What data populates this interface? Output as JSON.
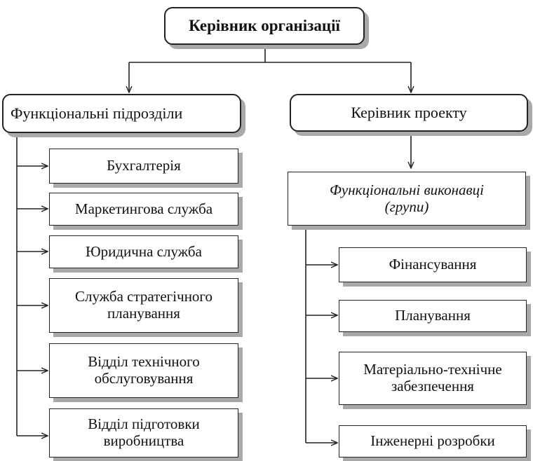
{
  "top": {
    "label": "Керівник організації"
  },
  "left": {
    "title": "Функціональні підрозділи",
    "items": [
      "Бухгалтерія",
      "Маркетингова служба",
      "Юридична служба",
      "Служба стратегічного\nпланування",
      "Відділ технічного\nобслуговування",
      "Відділ підготовки\nвиробництва"
    ]
  },
  "right": {
    "title": "Керівник проекту",
    "subtitle": "Функціональні виконавці\n(групи)",
    "items": [
      "Фінансування",
      "Планування",
      "Матеріально-технічне\nзабезпечення",
      "Інженерні розробки"
    ]
  },
  "colors": {
    "line": "#222222",
    "shadow": "#a9a9a9",
    "background": "#ffffff"
  }
}
